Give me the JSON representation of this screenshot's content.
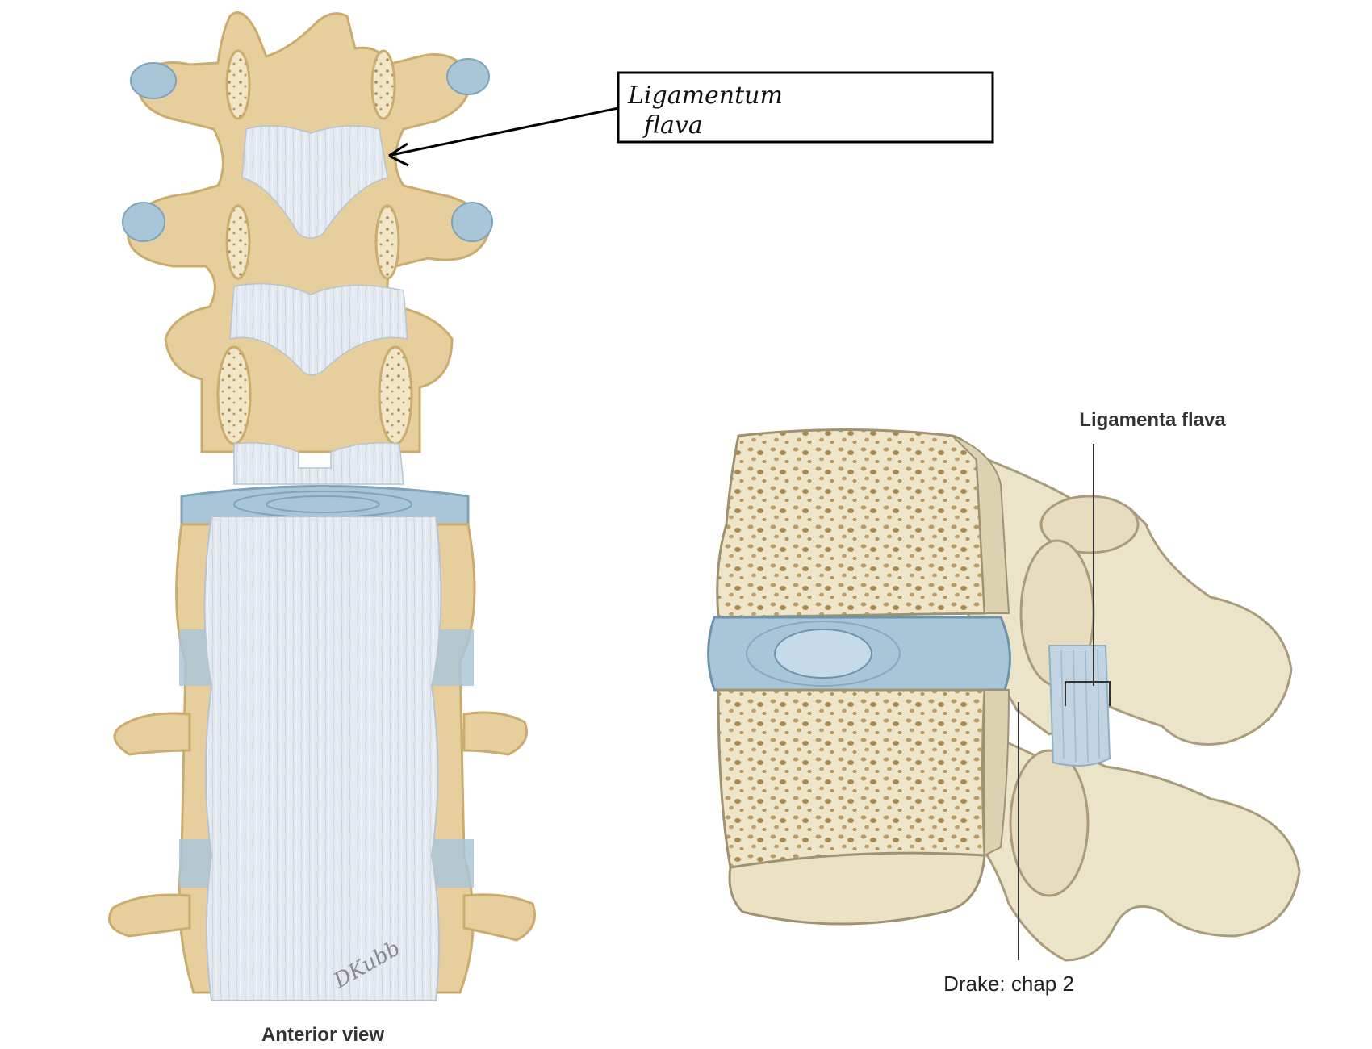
{
  "left_figure": {
    "caption": "Anterior view",
    "signature": "DKubb",
    "annotation_text_line1": "Ligamentum",
    "annotation_text_line2": "flava"
  },
  "right_figure": {
    "label": "Ligamenta flava",
    "source": "Drake: chap 2"
  },
  "colors": {
    "bone": "#e6cf9c",
    "bone_shadow": "#c9ac6e",
    "cartilage": "#a9c6d8",
    "ligament": "#dfe6ee",
    "right_bone": "#ece4c8",
    "right_bone_shadow": "#cfc3a0",
    "cancellous": "#a88a55"
  }
}
